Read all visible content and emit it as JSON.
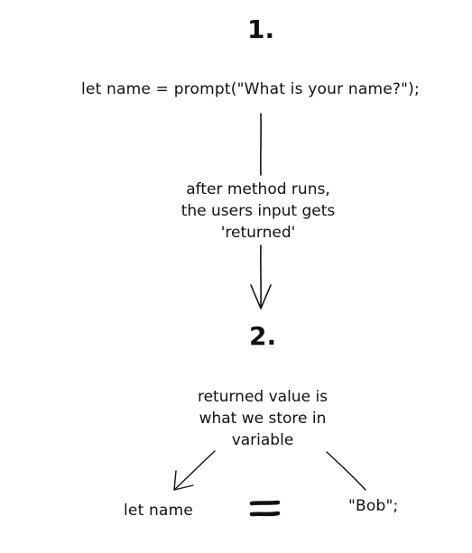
{
  "step1": {
    "number": "1.",
    "code": "let name  =  prompt(\"What is your name?\");"
  },
  "arrow_caption": {
    "lines": [
      "after method runs,",
      "the users input gets",
      "'returned'"
    ]
  },
  "step2": {
    "number": "2.",
    "caption_lines": [
      "returned value is",
      "what we store in",
      "variable"
    ],
    "left_text": "let name",
    "right_text": "\"Bob\";"
  },
  "colors": {
    "ink": "#111111",
    "background": "#ffffff"
  }
}
